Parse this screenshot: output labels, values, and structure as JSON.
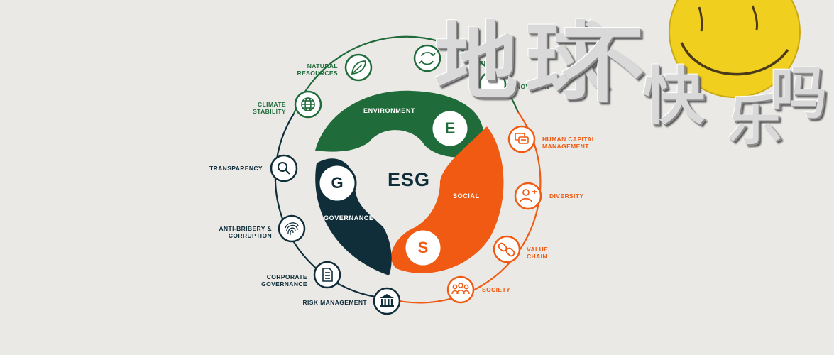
{
  "diagram": {
    "center_label": "ESG",
    "pillars": [
      {
        "key": "environment",
        "label": "ENVIRONMENT",
        "letter": "E",
        "color": "#1f6b3a"
      },
      {
        "key": "social",
        "label": "SOCIAL",
        "letter": "S",
        "color": "#f05a12"
      },
      {
        "key": "governance",
        "label": "GOVERNANCE",
        "letter": "G",
        "color": "#0f2e3a"
      }
    ],
    "topics": {
      "natural_resources": "NATURAL\nRESOURCES",
      "climate_stability": "CLIMATE\nSTABILITY",
      "waste_management": "E\nGEMENT",
      "innovation": "NOVATION",
      "human_capital": "HUMAN CAPITAL\nMANAGEMENT",
      "diversity": "DIVERSITY",
      "value_chain": "VALUE\nCHAIN",
      "society": "SOCIETY",
      "transparency": "TRANSPARENCY",
      "anti_bribery": "ANTI-BRIBERY &\nCORRUPTION",
      "corporate_governance": "CORPORATE\nGOVERNANCE",
      "risk_management": "RISK MANAGEMENT"
    }
  },
  "overlay": {
    "chars_top": [
      "地",
      "球",
      "不"
    ],
    "chars_row": [
      "快",
      "乐",
      "吗"
    ],
    "smiley_icon": "smiley-face-icon"
  }
}
